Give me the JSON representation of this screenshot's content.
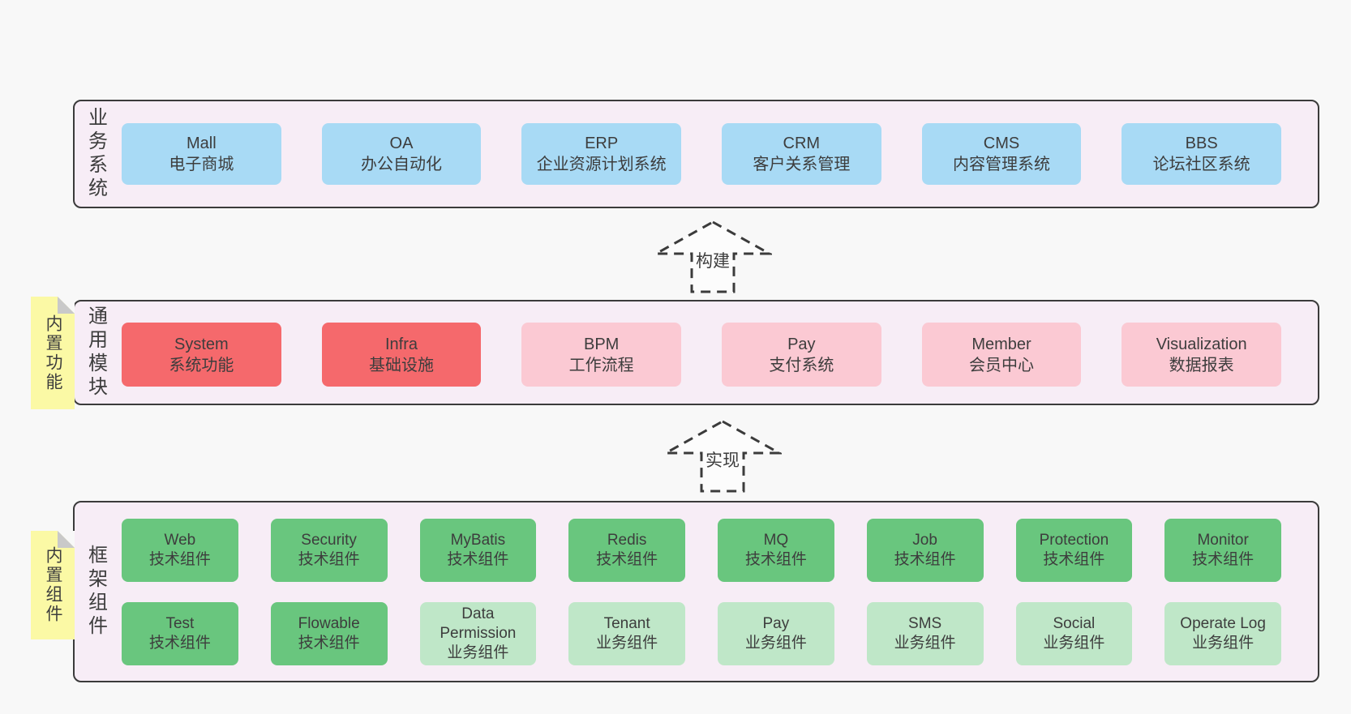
{
  "colors": {
    "page_bg": "#f8f8f8",
    "band_bg": "#f7edf6",
    "band_border": "#3b3b3b",
    "blue": "#a8daf5",
    "red": "#f5696c",
    "pink": "#fbc9d3",
    "green": "#69c67e",
    "light_green": "#bfe7c8",
    "sticky_yellow": "#fbf9a5",
    "sticky_fold": "#c9c9c9",
    "text": "#3d3d3d"
  },
  "bands": [
    {
      "label": "业务系统",
      "boxes": [
        {
          "name": "Mall",
          "desc": "电子商城"
        },
        {
          "name": "OA",
          "desc": "办公自动化"
        },
        {
          "name": "ERP",
          "desc": "企业资源计划系统"
        },
        {
          "name": "CRM",
          "desc": "客户关系管理"
        },
        {
          "name": "CMS",
          "desc": "内容管理系统"
        },
        {
          "name": "BBS",
          "desc": "论坛社区系统"
        }
      ]
    },
    {
      "label": "通用模块",
      "sticky": "内置功能",
      "boxes": [
        {
          "name": "System",
          "desc": "系统功能"
        },
        {
          "name": "Infra",
          "desc": "基础设施"
        },
        {
          "name": "BPM",
          "desc": "工作流程"
        },
        {
          "name": "Pay",
          "desc": "支付系统"
        },
        {
          "name": "Member",
          "desc": "会员中心"
        },
        {
          "name": "Visualization",
          "desc": "数据报表"
        }
      ]
    },
    {
      "label": "框架组件",
      "sticky": "内置组件",
      "boxes": [
        {
          "name": "Web",
          "desc": "技术组件"
        },
        {
          "name": "Security",
          "desc": "技术组件"
        },
        {
          "name": "MyBatis",
          "desc": "技术组件"
        },
        {
          "name": "Redis",
          "desc": "技术组件"
        },
        {
          "name": "MQ",
          "desc": "技术组件"
        },
        {
          "name": "Job",
          "desc": "技术组件"
        },
        {
          "name": "Protection",
          "desc": "技术组件"
        },
        {
          "name": "Monitor",
          "desc": "技术组件"
        },
        {
          "name": "Test",
          "desc": "技术组件"
        },
        {
          "name": "Flowable",
          "desc": "技术组件"
        },
        {
          "name": "Data Permission",
          "desc": "业务组件"
        },
        {
          "name": "Tenant",
          "desc": "业务组件"
        },
        {
          "name": "Pay",
          "desc": "业务组件"
        },
        {
          "name": "SMS",
          "desc": "业务组件"
        },
        {
          "name": "Social",
          "desc": "业务组件"
        },
        {
          "name": "Operate Log",
          "desc": "业务组件"
        }
      ]
    }
  ],
  "arrows": [
    {
      "label": "构建"
    },
    {
      "label": "实现"
    }
  ]
}
